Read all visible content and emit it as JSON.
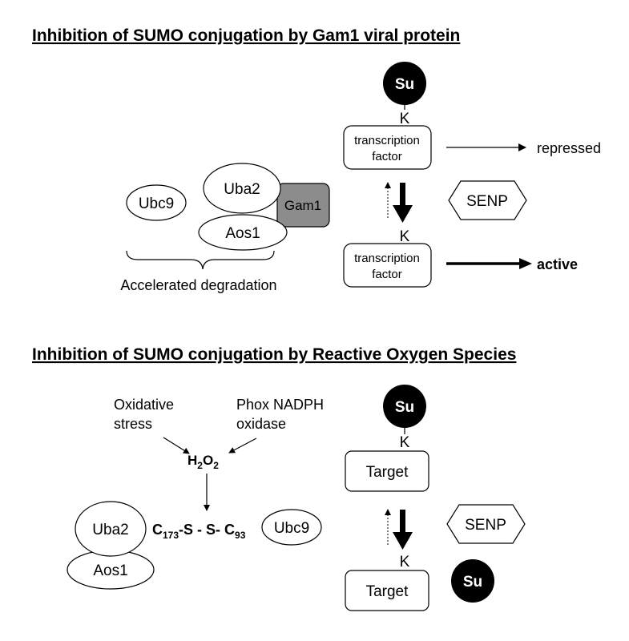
{
  "panel_top": {
    "title": "Inhibition of SUMO conjugation by Gam1 viral protein",
    "ubc9": "Ubc9",
    "uba2": "Uba2",
    "aos1": "Aos1",
    "gam1": "Gam1",
    "brace_label": "Accelerated degradation",
    "sumo": "Su",
    "lysine_top": "K",
    "lysine_bottom": "K",
    "tf_top_line1": "transcription",
    "tf_top_line2": "factor",
    "tf_bottom_line1": "transcription",
    "tf_bottom_line2": "factor",
    "repressed": "repressed",
    "active": "active",
    "senp": "SENP"
  },
  "panel_bottom": {
    "title": "Inhibition of SUMO conjugation by Reactive Oxygen Species",
    "oxidative_line1": "Oxidative",
    "oxidative_line2": "stress",
    "phox_line1": "Phox NADPH",
    "phox_line2": "oxidase",
    "h2o2_h": "H",
    "h2o2_sub1": "2",
    "h2o2_o": "O",
    "h2o2_sub2": "2",
    "uba2": "Uba2",
    "aos1": "Aos1",
    "ubc9": "Ubc9",
    "c173": "C",
    "c173_sub": "173",
    "ss_bridge": "-S - S-",
    "c93": "C",
    "c93_sub": "93",
    "sumo_top": "Su",
    "lysine_top": "K",
    "target_top": "Target",
    "lysine_bottom": "K",
    "target_bottom": "Target",
    "sumo_free": "Su",
    "senp": "SENP"
  }
}
